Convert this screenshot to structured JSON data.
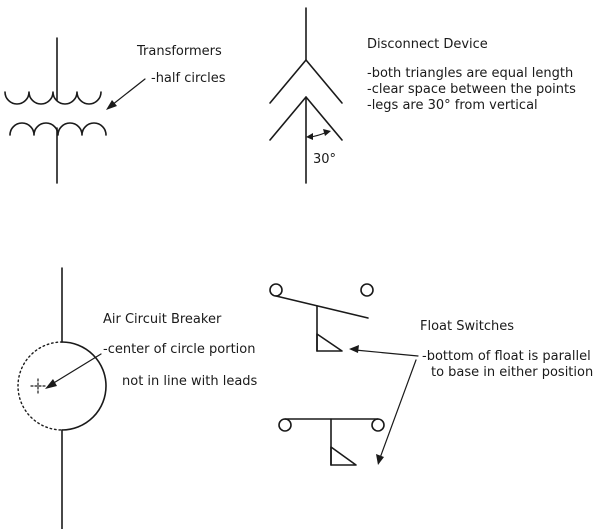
{
  "transformers": {
    "title": "Transformers",
    "note": "-half circles"
  },
  "disconnect": {
    "title": "Disconnect Device",
    "notes": [
      "-both triangles are equal length",
      "-clear space between the points",
      "-legs are 30° from vertical"
    ],
    "angle_label": "30°"
  },
  "breaker": {
    "title": "Air Circuit Breaker",
    "note_line1": "-center of circle portion",
    "note_line2": "not in line with leads"
  },
  "float": {
    "title": "Float Switches",
    "note_line1": "-bottom of float is parallel",
    "note_line2": "to base in either position"
  }
}
